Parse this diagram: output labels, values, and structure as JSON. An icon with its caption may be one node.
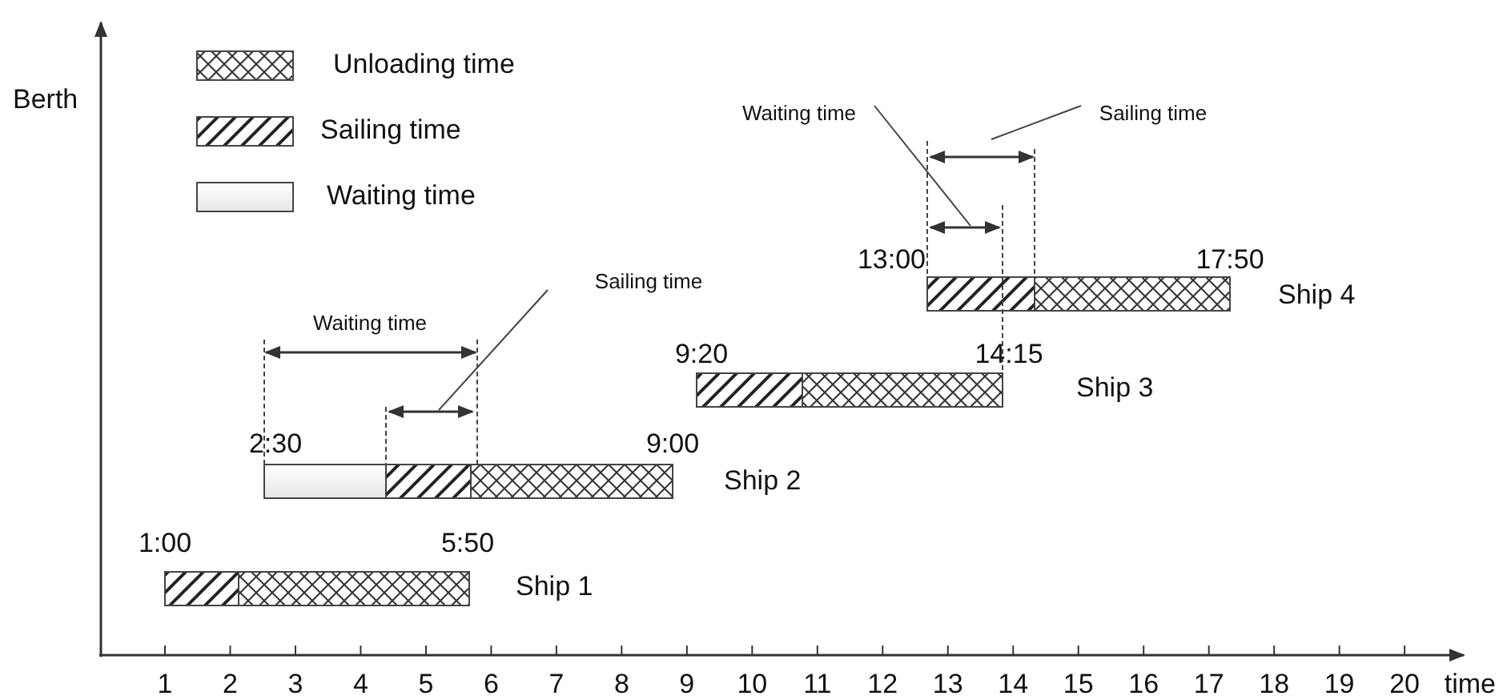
{
  "diagram": {
    "nodes": [
      {
        "text": [
          "Waiting time"
        ]
      },
      {
        "text": [
          "Sailing time"
        ]
      },
      {
        "text": [],
        "shape": "bar",
        "beside": [
          "13:00",
          "17:50",
          "Ship 4"
        ]
      },
      {
        "text": [],
        "shape": "bar",
        "beside": [
          "9:20",
          "14:15",
          "Ship 3"
        ]
      },
      {
        "text": [
          "Sailing time"
        ]
      },
      {
        "text": [],
        "shape": "bar",
        "beside": [
          "2:30",
          "9:00",
          "Ship 2"
        ]
      },
      {
        "text": [],
        "shape": "bar",
        "beside": [
          "1:00",
          "5:50",
          "Ship 1"
        ]
      }
    ],
    "edges": [
      {
        "from": 0,
        "to": null,
        "arrow": "none"
      },
      {
        "from": 1,
        "to": null,
        "arrow": "none"
      },
      {
        "from": 4,
        "to": null,
        "arrow": "none"
      }
    ],
    "labels": [
      "Berth",
      "Waiting time",
      "1",
      "2",
      "3",
      "4",
      "5",
      "6",
      "7",
      "8",
      "9",
      "10",
      "11",
      "12",
      "13",
      "14",
      "15",
      "16",
      "17",
      "18",
      "19",
      "20",
      "time"
    ],
    "legend": [
      {
        "text": "Unloading time"
      },
      {
        "text": "Sailing time"
      },
      {
        "text": "Waiting time"
      }
    ]
  }
}
